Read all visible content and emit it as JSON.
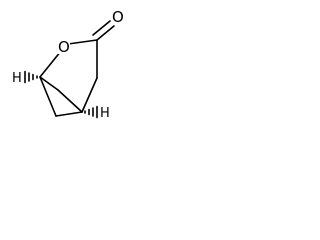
{
  "molecule": {
    "atoms": {
      "ring_oxygen": "O",
      "carbonyl_oxygen": "O",
      "stereo_h_left": "H",
      "stereo_h_right": "H"
    },
    "stereo_marks": {
      "left_bridgehead": "hashed-wedge",
      "right_bridgehead": "hashed-wedge"
    },
    "colors": {
      "bond": "#000000",
      "background": "#ffffff"
    }
  }
}
